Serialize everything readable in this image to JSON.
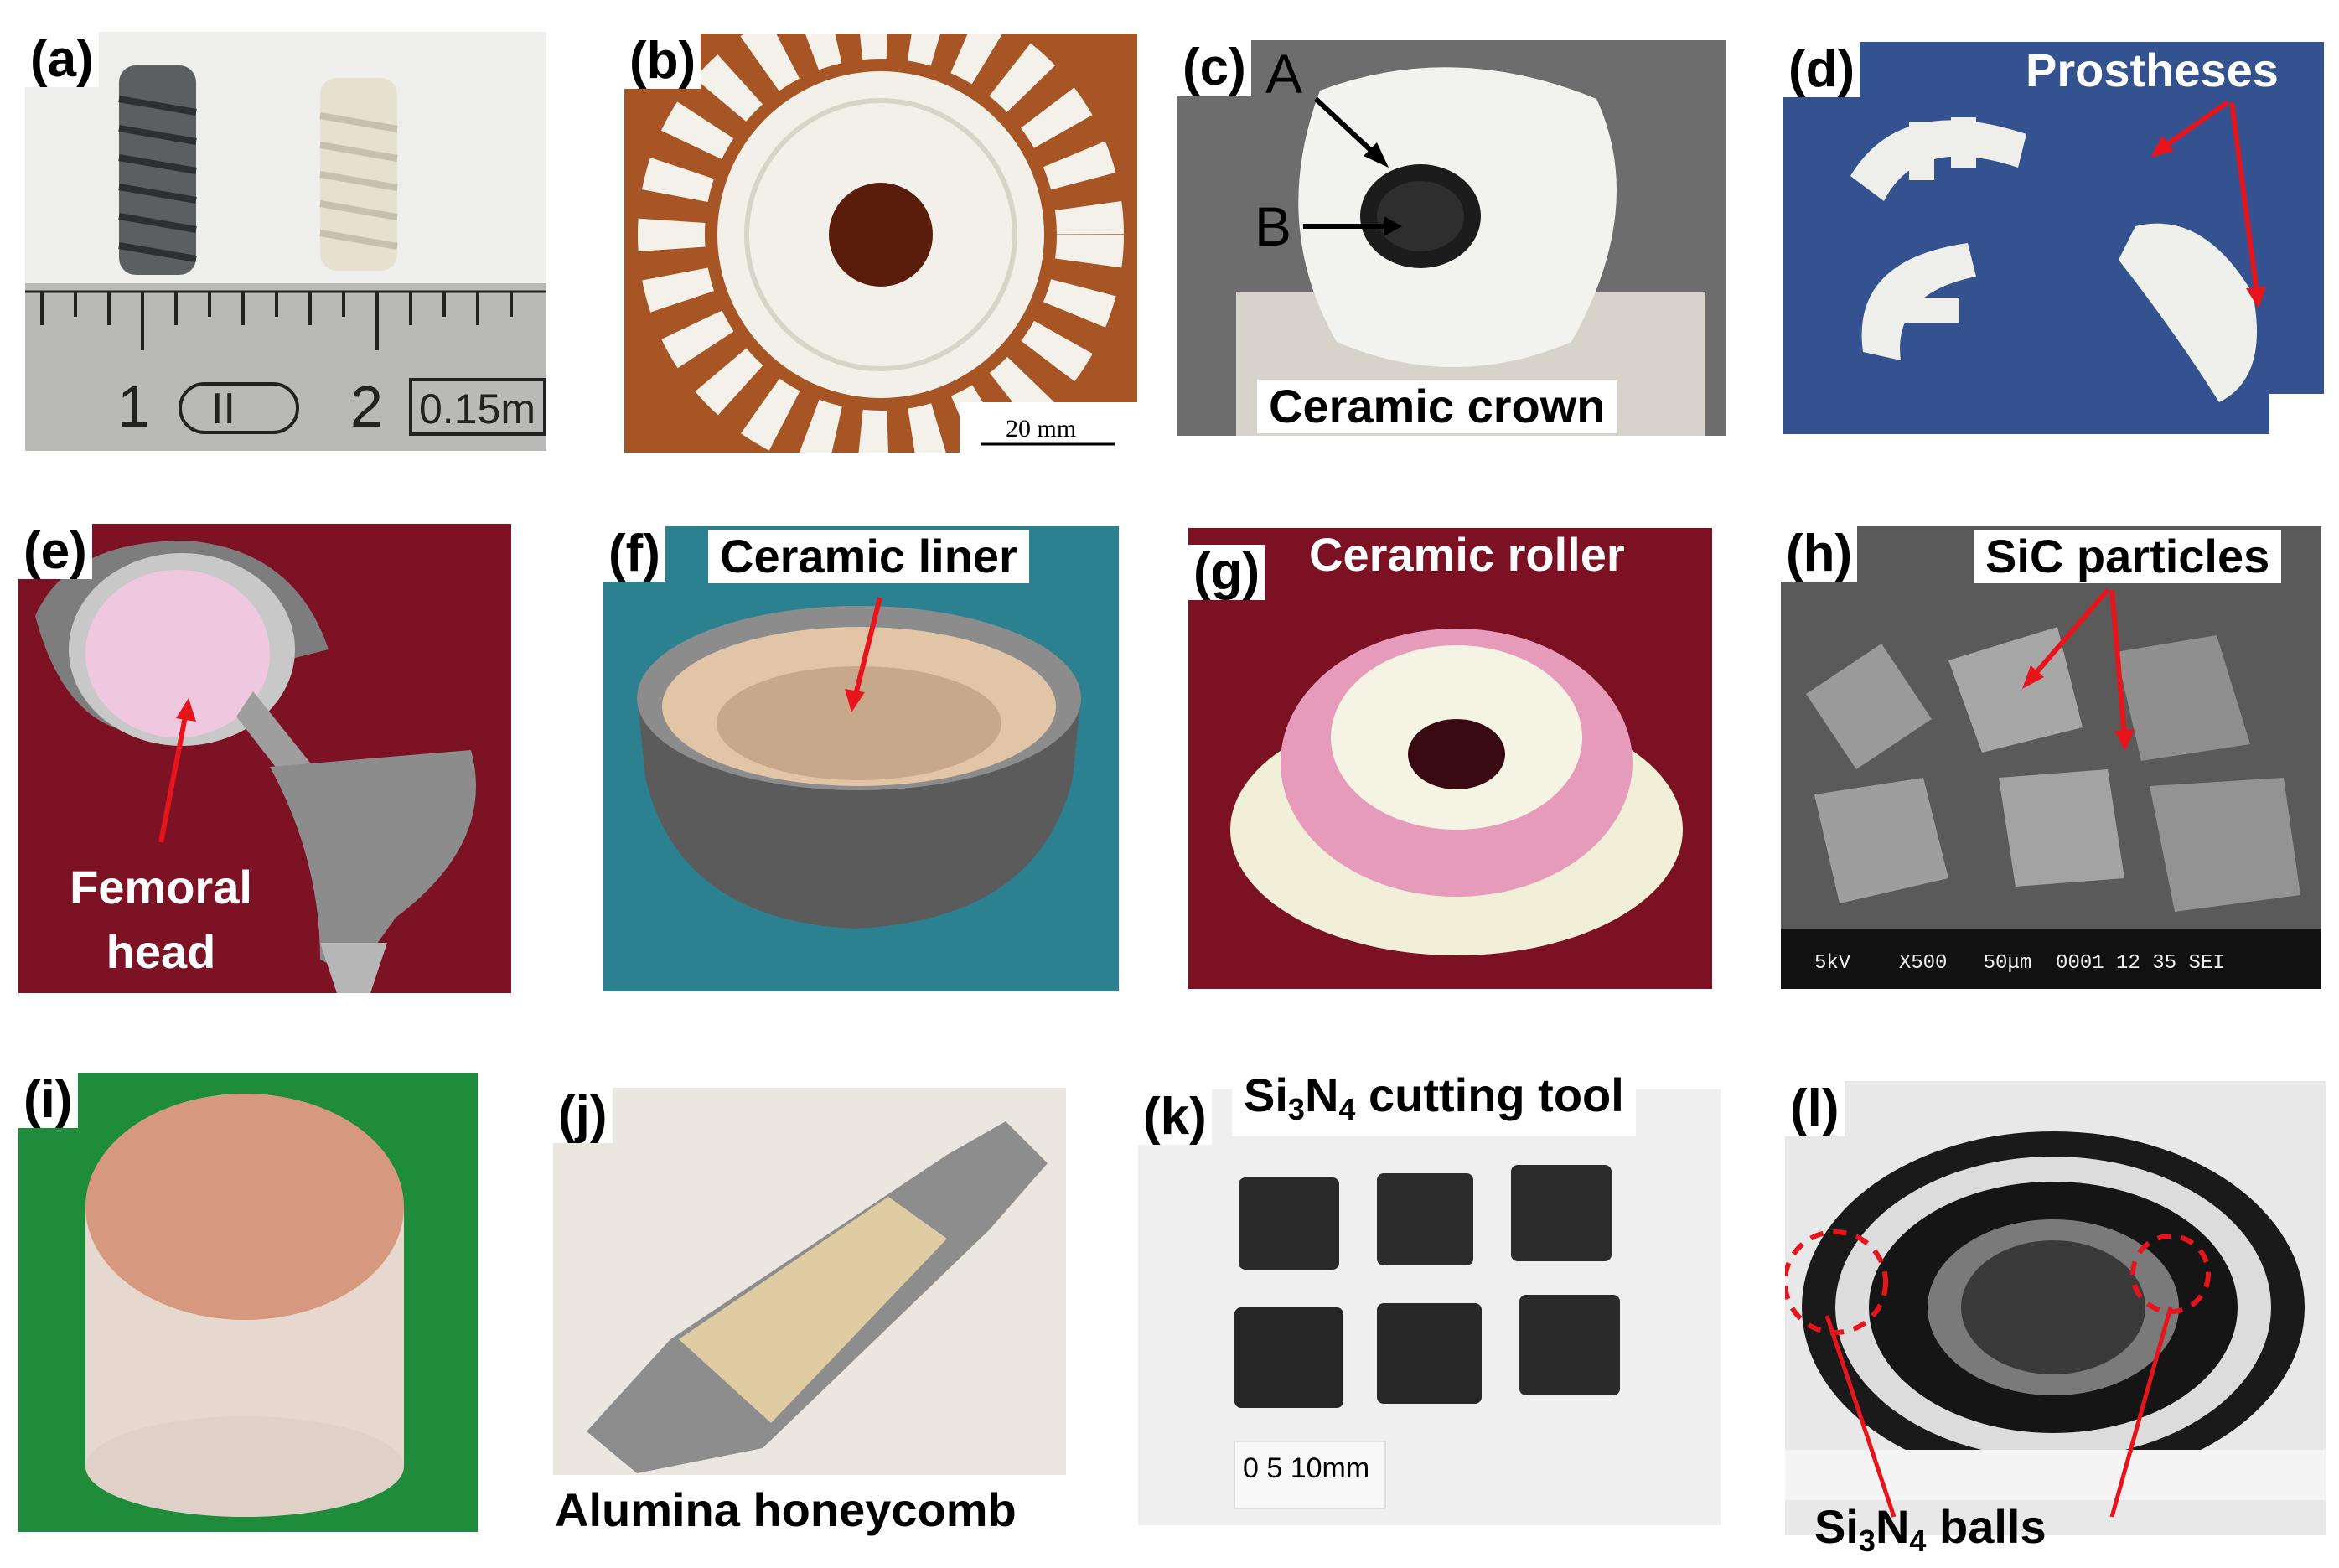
{
  "panels": {
    "a": {
      "tag": "(a)",
      "ruler_1": "1",
      "ruler_ii": "II",
      "ruler_2": "2",
      "ruler_text": "0.15m"
    },
    "b": {
      "tag": "(b)",
      "scale": "20 mm"
    },
    "c": {
      "tag": "(c)",
      "label_a": "A",
      "label_b": "B",
      "caption": "Ceramic crown"
    },
    "d": {
      "tag": "(d)",
      "caption": "Prostheses"
    },
    "e": {
      "tag": "(e)",
      "caption_line1": "Femoral",
      "caption_line2": "head"
    },
    "f": {
      "tag": "(f)",
      "caption": "Ceramic liner"
    },
    "g": {
      "tag": "(g)",
      "caption": "Ceramic roller"
    },
    "h": {
      "tag": "(h)",
      "caption": "SiC particles",
      "sem_info": "5kV    X500   50μm  0001 12 35 SEI"
    },
    "i": {
      "tag": "(i)"
    },
    "j": {
      "tag": "(j)",
      "caption": "Alumina honeycomb"
    },
    "k": {
      "tag": "(k)",
      "caption_pre": "Si",
      "caption_sub1": "3",
      "caption_mid": "N",
      "caption_sub2": "4",
      "caption_post": " cutting tool",
      "scale": "0 5 10mm"
    },
    "l": {
      "tag": "(l)",
      "caption_pre": "Si",
      "caption_sub1": "3",
      "caption_mid": "N",
      "caption_sub2": "4",
      "caption_post": " balls"
    }
  },
  "colors": {
    "arrow_red": "#e8141c",
    "maroon": "#7a1020",
    "blue_bg": "#2f4f8f",
    "teal_bg": "#2a7f8a",
    "green_bg": "#1e8a3a"
  }
}
